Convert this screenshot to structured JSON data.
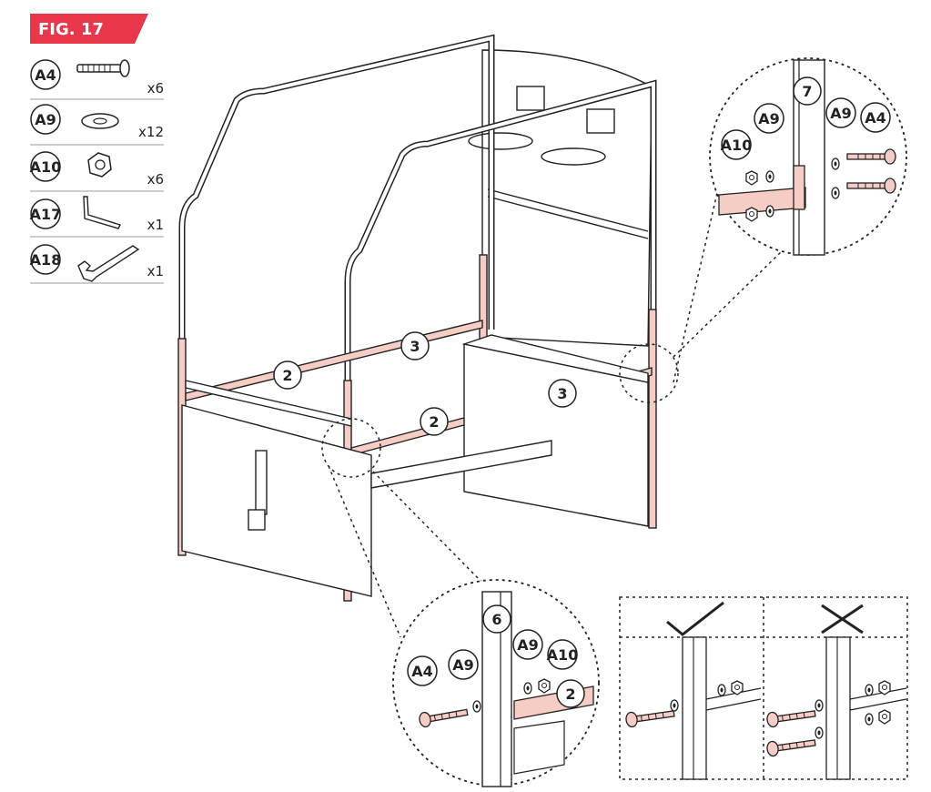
{
  "figure": {
    "label": "FIG. 17",
    "accent_color": "#e8364a",
    "highlight_color": "#f5cdc4"
  },
  "parts_list": [
    {
      "id": "A4",
      "qty": "x6",
      "icon": "bolt-icon"
    },
    {
      "id": "A9",
      "qty": "x12",
      "icon": "washer-icon"
    },
    {
      "id": "A10",
      "qty": "x6",
      "icon": "hex-nut-icon"
    },
    {
      "id": "A17",
      "qty": "x1",
      "icon": "allen-key-icon"
    },
    {
      "id": "A18",
      "qty": "x1",
      "icon": "wrench-icon"
    }
  ],
  "main": {
    "callouts": [
      "2",
      "3",
      "2",
      "3"
    ]
  },
  "detail_top": {
    "panel": "7",
    "labels": [
      "A10",
      "A9",
      "A9",
      "A4"
    ]
  },
  "detail_bottom": {
    "panel": "6",
    "rail": "2",
    "labels": [
      "A4",
      "A9",
      "A9",
      "A10"
    ]
  },
  "compare": {
    "correct_icon": "checkmark-icon",
    "wrong_icon": "cross-icon"
  }
}
